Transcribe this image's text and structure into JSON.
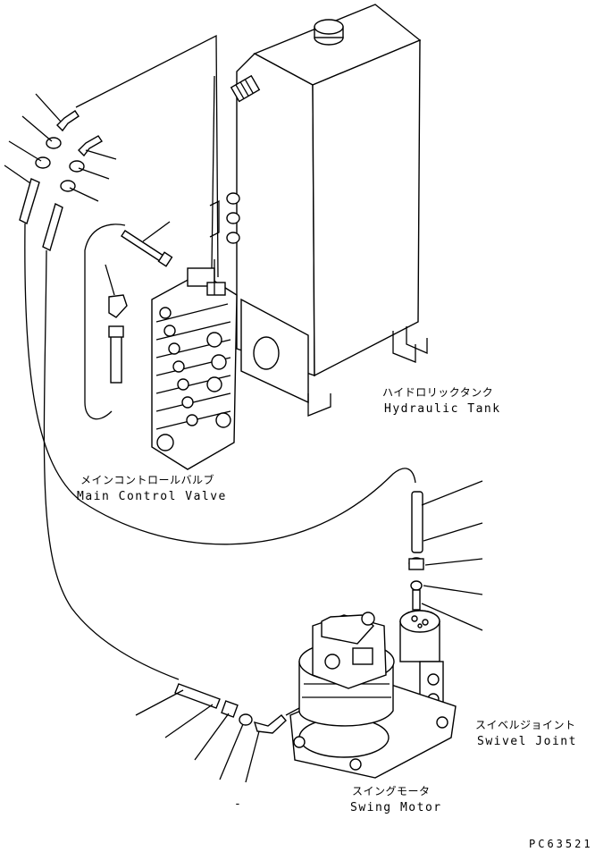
{
  "labels": {
    "hydraulic_tank_jp": "ハイドロリックタンク",
    "hydraulic_tank_en": "Hydraulic Tank",
    "main_control_valve_jp": "メインコントロールバルブ",
    "main_control_valve_en": "Main Control Valve",
    "swivel_joint_jp": "スイベルジョイント",
    "swivel_joint_en": "Swivel Joint",
    "swing_motor_jp": "スイングモータ",
    "swing_motor_en": "Swing Motor",
    "drawing_code": "PC63521",
    "dash": "-"
  },
  "colors": {
    "ink": "#000000",
    "paper": "#ffffff"
  }
}
